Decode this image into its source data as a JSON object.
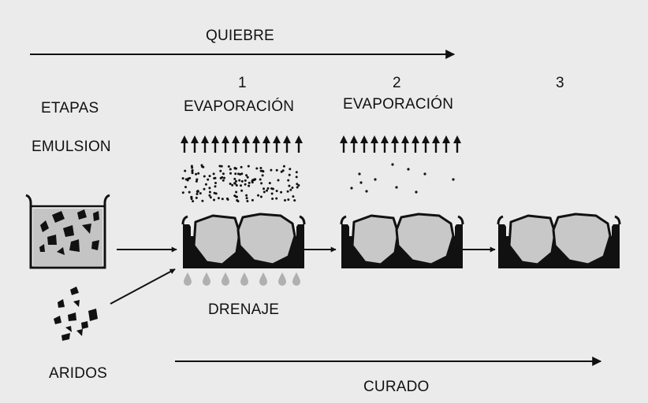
{
  "labels": {
    "quiebre": "QUIEBRE",
    "etapas": "ETAPAS",
    "emulsion": "EMULSION",
    "aridos": "ARIDOS",
    "drenaje": "DRENAJE",
    "curado": "CURADO",
    "stage1_num": "1",
    "stage1_name": "EVAPORACIÓN",
    "stage2_num": "2",
    "stage2_name": "EVAPORACIÓN",
    "stage3_num": "3"
  },
  "colors": {
    "background": "#ebebeb",
    "ink": "#111111",
    "aggregate": "#c8c8c8",
    "emulsion_fill": "#c4c4c4",
    "droplet": "#b0b0b0"
  }
}
